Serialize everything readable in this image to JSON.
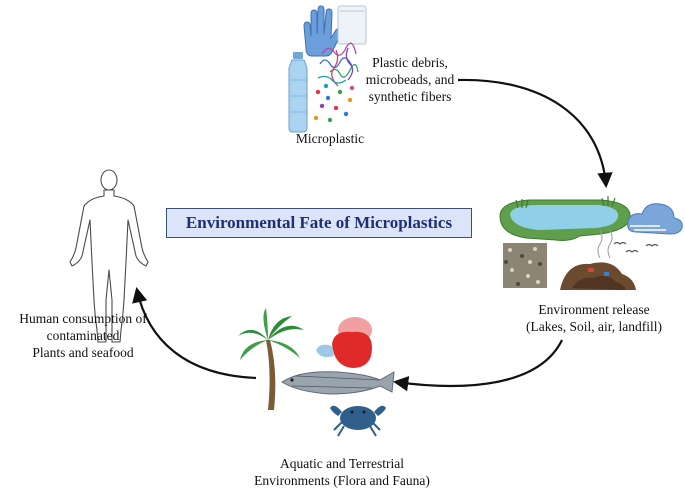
{
  "title": "Environmental Fate of Microplastics",
  "stages": {
    "microplastic": {
      "sources": [
        "Plastic debris,",
        "microbeads, and",
        "synthetic fibers"
      ],
      "name": "Microplastic"
    },
    "environment": {
      "lines": [
        "Environment release",
        "(Lakes, Soil, air, landfill)"
      ]
    },
    "ecosystems": {
      "lines": [
        "Aquatic and Terrestrial",
        "Environments (Flora and Fauna)"
      ]
    },
    "human": {
      "lines": [
        "Human consumption of",
        "contaminated",
        "Plants and seafood"
      ]
    }
  },
  "colors": {
    "arrow": "#111111",
    "title_text": "#1f2f72",
    "title_fill": "#dbe5f7",
    "title_border": "#3d4e7a"
  },
  "icons": [
    "glove-icon",
    "plastic-bag-icon",
    "bottle-icon",
    "fibers-icon",
    "microbeads-icon",
    "lake-icon",
    "cloud-wind-icon",
    "soil-icon",
    "landfill-icon",
    "birds-icon",
    "human-silhouette-icon",
    "palm-tree-icon",
    "meat-icon",
    "fish-icon",
    "crab-icon"
  ]
}
